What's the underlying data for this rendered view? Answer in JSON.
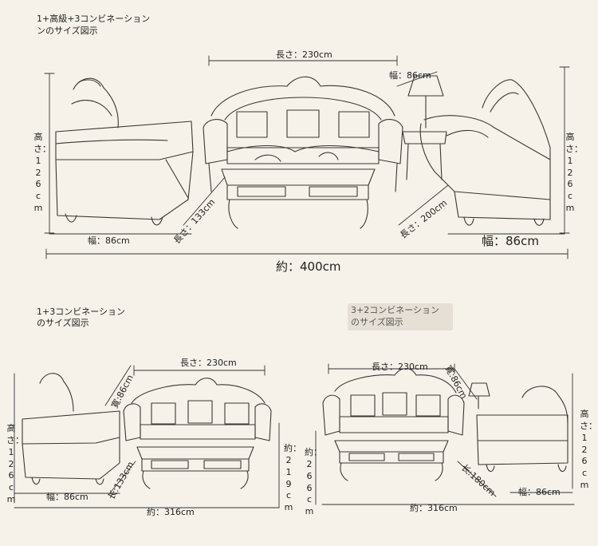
{
  "top_title": "1+高級+3コンビネーション",
  "top_subtitle": "ンのサイズ図示",
  "top": {
    "length": "長さ：230cm",
    "width_small": "幅：86cm",
    "height_left": "高さ：126cm",
    "height_right": "高さ：126cm",
    "width_left": "幅：86cm",
    "width_right": "幅：86cm",
    "length_table": "長さ：133cm",
    "length_chaise": "長さ：200cm",
    "total": "約：400cm"
  },
  "left_title": "1+3コンビネーション",
  "left_subtitle": "のサイズ図示",
  "left": {
    "length": "長さ：230cm",
    "width_diag": "寛:86cm",
    "height": "高さ：126cm",
    "width": "幅：86cm",
    "length_diag": "长:133cm",
    "approx_v": "約：219cm",
    "total": "約：316cm"
  },
  "right_title": "3+2コンビネーション",
  "right_subtitle": "のサイズ図示",
  "right": {
    "approx_v": "約：266cm",
    "length": "長さ：230cm",
    "width_diag": "寛:86cm",
    "height": "高さ：126cm",
    "width": "幅：86cm",
    "length_diag": "长:180cm",
    "total": "約：316cm"
  }
}
